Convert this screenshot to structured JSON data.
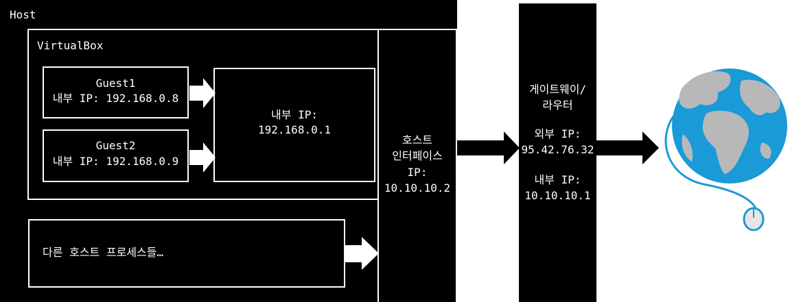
{
  "host": {
    "label": "Host",
    "virtualbox": {
      "label": "VirtualBox",
      "guests": [
        {
          "name": "Guest1",
          "ip_line": "내부 IP: 192.168.0.8"
        },
        {
          "name": "Guest2",
          "ip_line": "내부 IP: 192.168.0.9"
        }
      ],
      "internal_box": {
        "line1": "내부 IP:",
        "line2": "192.168.0.1"
      }
    },
    "other_processes": "다른 호스트 프로세스들…",
    "host_interface": {
      "line1": "호스트",
      "line2": "인터페이스",
      "line3": "IP:",
      "line4": "10.10.10.2"
    }
  },
  "gateway": {
    "line1": "게이트웨이/",
    "line2": "라우터",
    "external_label": "외부 IP:",
    "external_ip": "95.42.76.32",
    "internal_label": "내부 IP:",
    "internal_ip": "10.10.10.1"
  },
  "colors": {
    "background": "#000000",
    "foreground": "#ffffff",
    "globe_ocean": "#1a9ad6",
    "globe_land": "#b8b8b8"
  },
  "icons": {
    "globe": "globe-mouse-icon",
    "arrow": "arrow-right-icon"
  }
}
